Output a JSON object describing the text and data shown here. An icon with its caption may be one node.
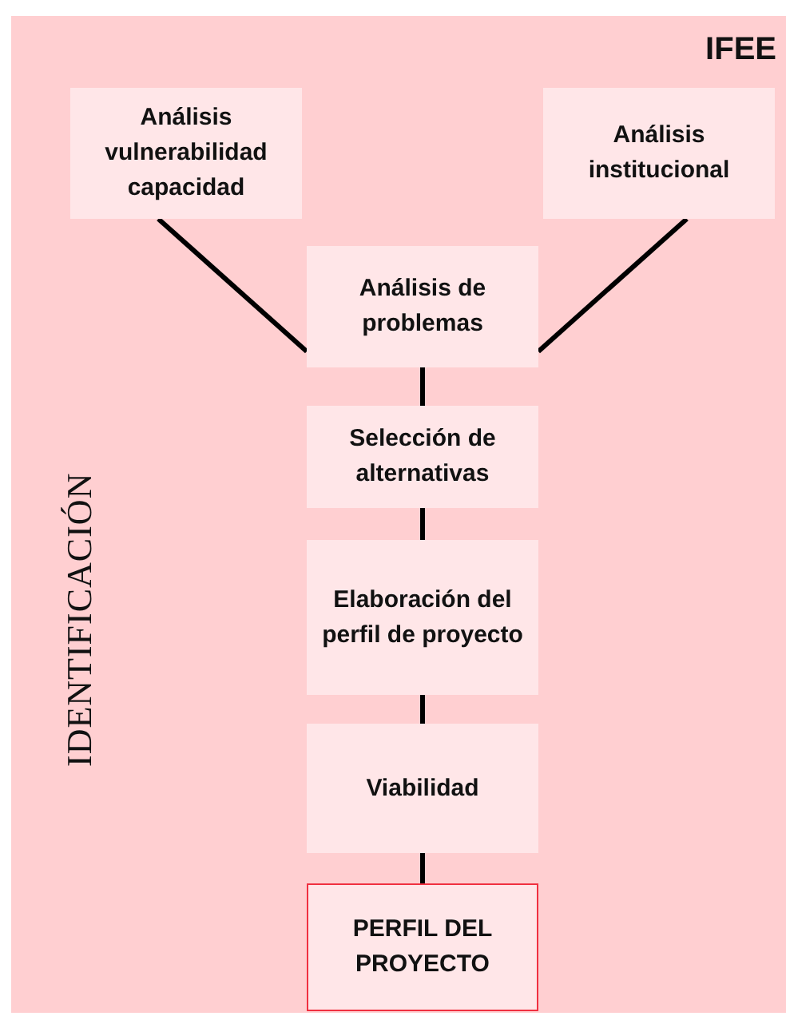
{
  "diagram": {
    "nodes": [
      {
        "text": [
          "IFEE",
          "IDENTIFICACIÓN"
        ]
      },
      {
        "text": [
          "Análisis vulnerabilidad capacidad"
        ],
        "in": 0
      },
      {
        "text": [
          "Análisis institucional"
        ],
        "in": 0
      },
      {
        "text": [
          "Análisis de problemas"
        ],
        "in": 0
      },
      {
        "text": [
          "Selección de alternativas"
        ],
        "in": 0
      },
      {
        "text": [
          "Elaboración del perfil de proyecto"
        ],
        "in": 0
      },
      {
        "text": [
          "Viabilidad"
        ],
        "in": 0
      },
      {
        "text": [
          "PERFIL DEL PROYECTO"
        ],
        "in": 0
      }
    ],
    "edges": [
      {
        "from": 1,
        "to": 3,
        "arrow": "none"
      },
      {
        "from": 2,
        "to": 3,
        "arrow": "none"
      },
      {
        "from": 3,
        "to": 4,
        "arrow": "none"
      },
      {
        "from": 4,
        "to": 5,
        "arrow": "none"
      },
      {
        "from": 5,
        "to": 6,
        "arrow": "none"
      },
      {
        "from": 6,
        "to": 7,
        "arrow": "none"
      }
    ]
  }
}
